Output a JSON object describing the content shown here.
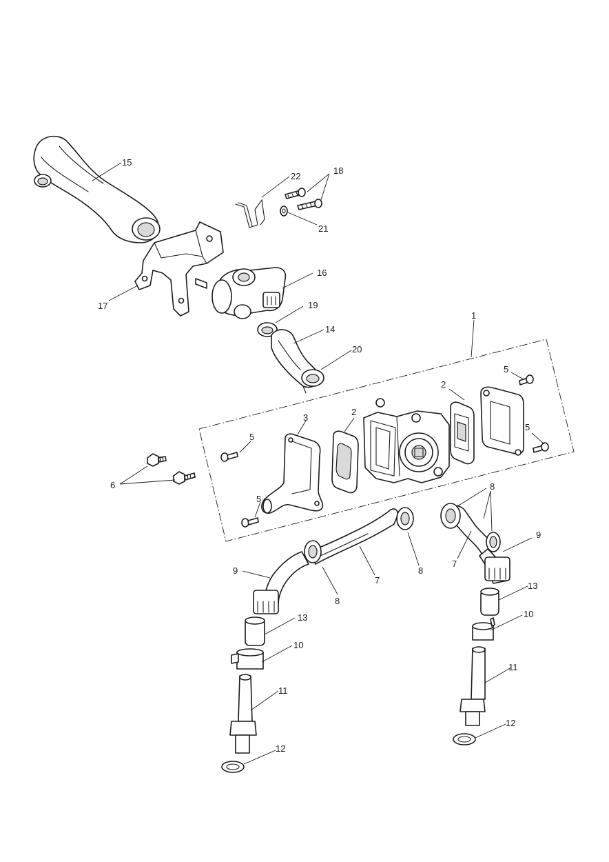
{
  "callouts": {
    "c1": "1",
    "c2a": "2",
    "c2b": "2",
    "c3": "3",
    "c5a": "5",
    "c5b": "5",
    "c5c": "5",
    "c5d": "5",
    "c6": "6",
    "c7a": "7",
    "c7b": "7",
    "c8a": "8",
    "c8b": "8",
    "c8c": "8",
    "c9a": "9",
    "c9b": "9",
    "c10a": "10",
    "c10b": "10",
    "c11a": "11",
    "c11b": "11",
    "c12a": "12",
    "c12b": "12",
    "c13a": "13",
    "c13b": "13",
    "c14": "14",
    "c15": "15",
    "c16": "16",
    "c17": "17",
    "c18": "18",
    "c19": "19",
    "c20": "20",
    "c21": "21",
    "c22": "22"
  }
}
